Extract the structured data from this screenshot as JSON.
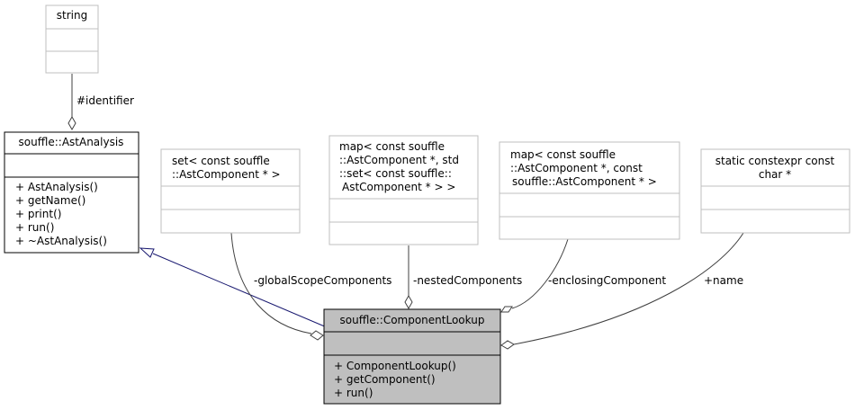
{
  "classes": {
    "string": {
      "title": [
        "string"
      ],
      "attributes": [],
      "methods": []
    },
    "ast_analysis": {
      "title": [
        "souffle::AstAnalysis"
      ],
      "attributes": [],
      "methods": [
        "+ AstAnalysis()",
        "+ getName()",
        "+ print()",
        "+ run()",
        "+ ~AstAnalysis()"
      ]
    },
    "set_type": {
      "title": [
        "set< const souffle",
        "::AstComponent * >"
      ],
      "attributes": [],
      "methods": []
    },
    "map_nested_type": {
      "title": [
        "map< const souffle",
        "::AstComponent *, std",
        "::set< const souffle::",
        "AstComponent * > >"
      ],
      "attributes": [],
      "methods": []
    },
    "map_enclosing_type": {
      "title": [
        "map< const souffle",
        "::AstComponent *, const",
        "souffle::AstComponent * >"
      ],
      "attributes": [],
      "methods": []
    },
    "name_type": {
      "title": [
        "static constexpr const",
        "char *"
      ],
      "attributes": [],
      "methods": []
    },
    "component_lookup": {
      "title": [
        "souffle::ComponentLookup"
      ],
      "attributes": [],
      "methods": [
        "+ ComponentLookup()",
        "+ getComponent()",
        "+ run()"
      ]
    }
  },
  "edges": {
    "identifier": "#identifier",
    "global_scope": "-globalScopeComponents",
    "nested": "-nestedComponents",
    "enclosing": "-enclosingComponent",
    "name": "+name"
  },
  "colors": {
    "border_default": "#000000",
    "border_gray": "#bfbfbf",
    "highlight_fill": "#bfbfbf",
    "inheritance_edge": "#191970",
    "composition_edge": "#404040"
  }
}
